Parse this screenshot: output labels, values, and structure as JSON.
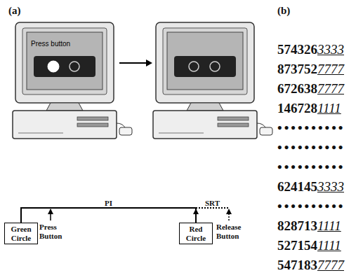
{
  "diagram": {
    "nodes": [
      {
        "text": [
          "Green Circle"
        ]
      },
      {
        "text": [
          "Red Circle"
        ]
      }
    ],
    "edges": [
      {
        "from": 0,
        "to": 1,
        "arrow": "none",
        "label": "PI"
      }
    ],
    "labels": [
      "(a)",
      "(b)",
      "Press button",
      "Press Button",
      "SRT",
      "Release Button",
      "574326",
      "3333",
      "873752",
      "7777",
      "672638",
      "7777",
      "146728",
      "1111",
      "••••••••••",
      "••••••••••",
      "••••••••••",
      "624145",
      "3333",
      "••••••••••",
      "828713",
      "1111",
      "527154",
      "1111",
      "547183",
      "7777"
    ]
  }
}
